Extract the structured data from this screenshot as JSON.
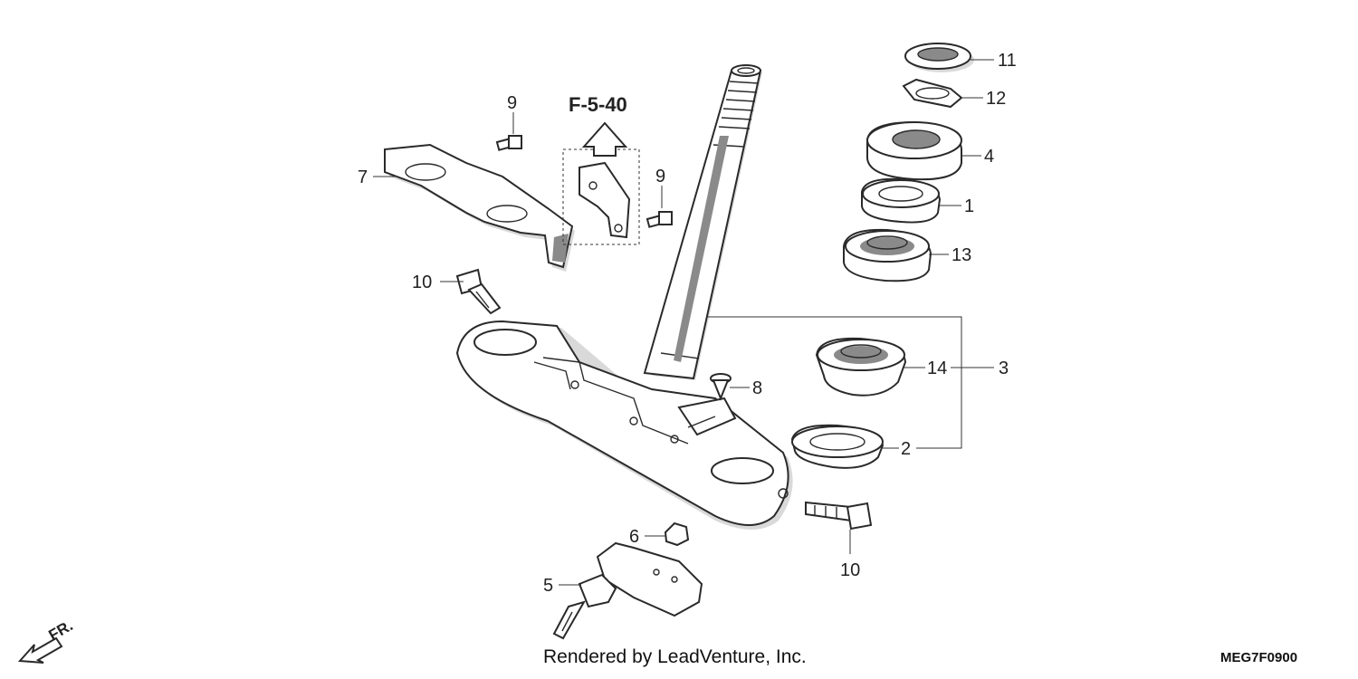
{
  "callouts": {
    "p1": "1",
    "p2": "2",
    "p3": "3",
    "p4": "4",
    "p5": "5",
    "p6": "6",
    "p7": "7",
    "p8": "8",
    "p9a": "9",
    "p9b": "9",
    "p10a": "10",
    "p10b": "10",
    "p11": "11",
    "p12": "12",
    "p13": "13",
    "p14": "14"
  },
  "reference": "F-5-40",
  "direction": "FR.",
  "footer": "Rendered by LeadVenture, Inc.",
  "diagram_code": "MEG7F0900"
}
